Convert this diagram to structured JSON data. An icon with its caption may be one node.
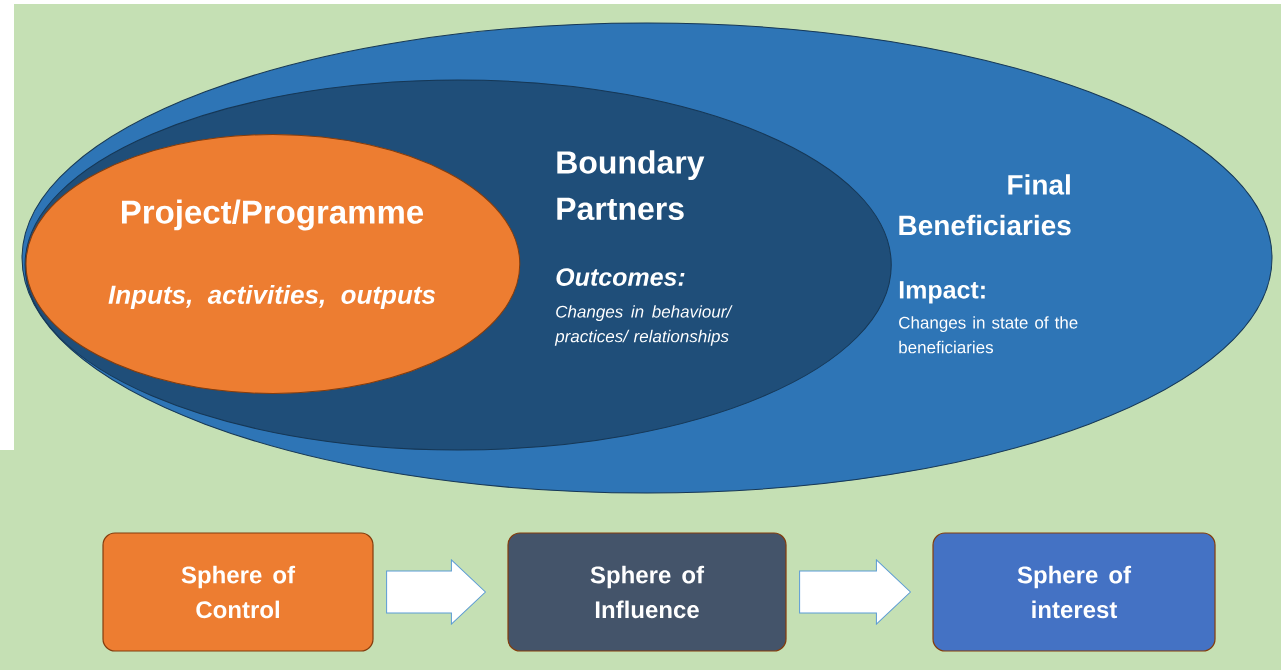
{
  "diagram": {
    "nodes": [
      {
        "text": [
          "Final Beneficiaries",
          "Impact:",
          "Changes in state of the beneficiaries"
        ]
      },
      {
        "text": [
          "Boundary Partners",
          "Outcomes:",
          "Changes in behaviour/ practices/ relationships"
        ],
        "in": 0
      },
      {
        "text": [
          "Project/Programme",
          "Inputs, activities, outputs"
        ],
        "in": 1
      },
      {
        "text": [
          "Sphere of Control"
        ]
      },
      {
        "text": [
          "Sphere of Influence"
        ]
      },
      {
        "text": [
          "Sphere of interest"
        ]
      }
    ],
    "edges": [
      {
        "from": 3,
        "to": 4,
        "arrow": "to"
      },
      {
        "from": 4,
        "to": 5,
        "arrow": "to"
      }
    ]
  }
}
